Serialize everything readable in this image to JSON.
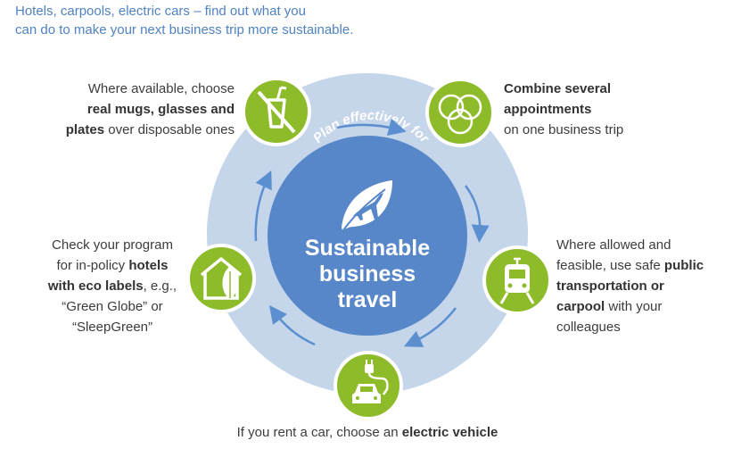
{
  "intro": {
    "line1": "Hotels, carpools, electric cars – find out what you",
    "line2": "can do to make your next business trip more sustainable."
  },
  "center": {
    "arc_text": "Plan effectively for",
    "title_line1": "Sustainable",
    "title_line2": "business",
    "title_line3": "travel",
    "icon": "airplane-leaf-icon"
  },
  "tips": [
    {
      "icon": "no-disposable-cup-icon",
      "pre": "Where available, choose",
      "bold1": "real mugs, glasses and",
      "bold2": "plates",
      "post": " over disposable ones"
    },
    {
      "icon": "overlapping-circles-icon",
      "bold1": "Combine several",
      "bold2": "appointments",
      "post": "on one business trip"
    },
    {
      "icon": "train-icon",
      "pre1": "Where allowed and",
      "pre2": "feasible, use safe ",
      "bold1": "public",
      "bold2": "transportation or",
      "bold3": "carpool",
      "post1": " with your",
      "post2": "colleagues"
    },
    {
      "icon": "electric-car-icon",
      "pre": "If you rent a car, choose an ",
      "bold": "electric vehicle"
    },
    {
      "icon": "eco-house-icon",
      "pre1": "Check your program",
      "pre2": "for in-policy ",
      "bold1": "hotels",
      "bold2": "with eco labels",
      "post1": ", e.g.,",
      "line4": "“Green Globe” or",
      "line5": "“SleepGreen”"
    }
  ],
  "colors": {
    "outer_ring": "#c5d5ea",
    "inner_circle": "#5787c8",
    "arrows": "#5b8fd0",
    "icon_green": "#8dbb2a",
    "intro_text": "#4f82c2"
  }
}
